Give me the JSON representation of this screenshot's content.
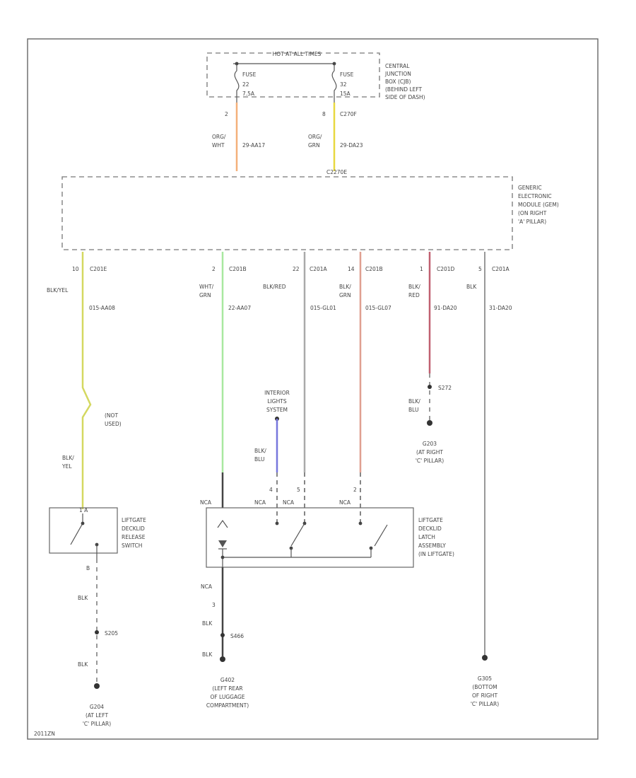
{
  "diagram": {
    "fuse_box": {
      "top_label": "HOT AT ALL TIMES",
      "description": [
        "CENTRAL",
        "JUNCTION",
        "BOX (CJB)",
        "(BEHIND LEFT",
        "SIDE OF DASH)"
      ],
      "fuse1": {
        "name": "FUSE",
        "number": "22",
        "rating": "7.5A",
        "pin": "2",
        "wire_color": "ORG/",
        "wire_color2": "WHT",
        "circuit": "29-AA17",
        "hex": "#f4b07a"
      },
      "fuse2": {
        "name": "FUSE",
        "number": "32",
        "rating": "15A",
        "pin": "8",
        "connector": "C270F",
        "wire_color": "ORG/",
        "wire_color2": "GRN",
        "circuit": "29-DA23",
        "hex": "#e8d840"
      }
    },
    "gem": {
      "top_label": "C2270E",
      "description": [
        "GENERIC",
        "ELECTRONIC",
        "MODULE (GEM)",
        "(ON RIGHT",
        "'A' PILLAR)"
      ]
    },
    "outputs": [
      {
        "pin": "10",
        "connector": "C201E",
        "color1": "BLK/YEL",
        "color2": "",
        "circuit": "015-AA08",
        "hex": "#d4d860"
      },
      {
        "pin": "2",
        "connector": "C201B",
        "color1": "WHT/",
        "color2": "GRN",
        "circuit": "22-AA07",
        "hex": "#a8e8a0"
      },
      {
        "pin": "22",
        "connector": "C201A",
        "color1": "BLK/RED",
        "color2": "",
        "circuit": "015-GL01",
        "hex": "#aaaaaa"
      },
      {
        "pin": "14",
        "connector": "C201B",
        "color1": "BLK/",
        "color2": "GRN",
        "circuit": "015-GL07",
        "hex": "#e0a090"
      },
      {
        "pin": "1",
        "connector": "C201D",
        "color1": "BLK/",
        "color2": "RED",
        "circuit": "91-DA20",
        "hex": "#c06070"
      },
      {
        "pin": "5",
        "connector": "C201A",
        "color1": "BLK",
        "color2": "",
        "circuit": "31-DA20",
        "hex": "#aaaaaa"
      }
    ],
    "not_used": [
      "(NOT",
      "USED)"
    ],
    "left_wire_lower": [
      "BLK/",
      "YEL"
    ],
    "interior": {
      "label": [
        "INTERIOR",
        "LIGHTS",
        "SYSTEM"
      ],
      "wire": [
        "BLK/",
        "BLU"
      ],
      "hex": "#7777dd"
    },
    "splice_s272": {
      "id": "S272",
      "wire": [
        "BLK/",
        "BLU"
      ]
    },
    "ground_g203": [
      "G203",
      "(AT RIGHT",
      "'C' PILLAR)"
    ],
    "liftgate_switch": {
      "label": [
        "LIFTGATE",
        "DECKLID",
        "RELEASE",
        "SWITCH"
      ],
      "pin_top": "1 A",
      "pin_bottom": "B",
      "wire": "BLK",
      "splice": "S205",
      "wire2": "BLK",
      "ground": [
        "G204",
        "(AT LEFT",
        "'C' PILLAR)"
      ]
    },
    "latch": {
      "label": [
        "LIFTGATE",
        "DECKLID",
        "LATCH",
        "ASSEMBLY",
        "(IN LIFTGATE)"
      ],
      "top_pins": [
        "NCA",
        "4",
        "NCA",
        "5",
        "NCA",
        "2",
        "NCA"
      ],
      "bottom_labels": [
        "NCA",
        "3"
      ],
      "wire_below": "BLK",
      "splice": "S466",
      "wire_below2": "BLK",
      "ground": [
        "G402",
        "(LEFT REAR",
        "OF LUGGAGE",
        "COMPARTMENT)"
      ]
    },
    "ground_g305": [
      "G305",
      "(BOTTOM",
      "OF RIGHT",
      "'C' PILLAR)"
    ],
    "figure_id": "2011ZN"
  }
}
